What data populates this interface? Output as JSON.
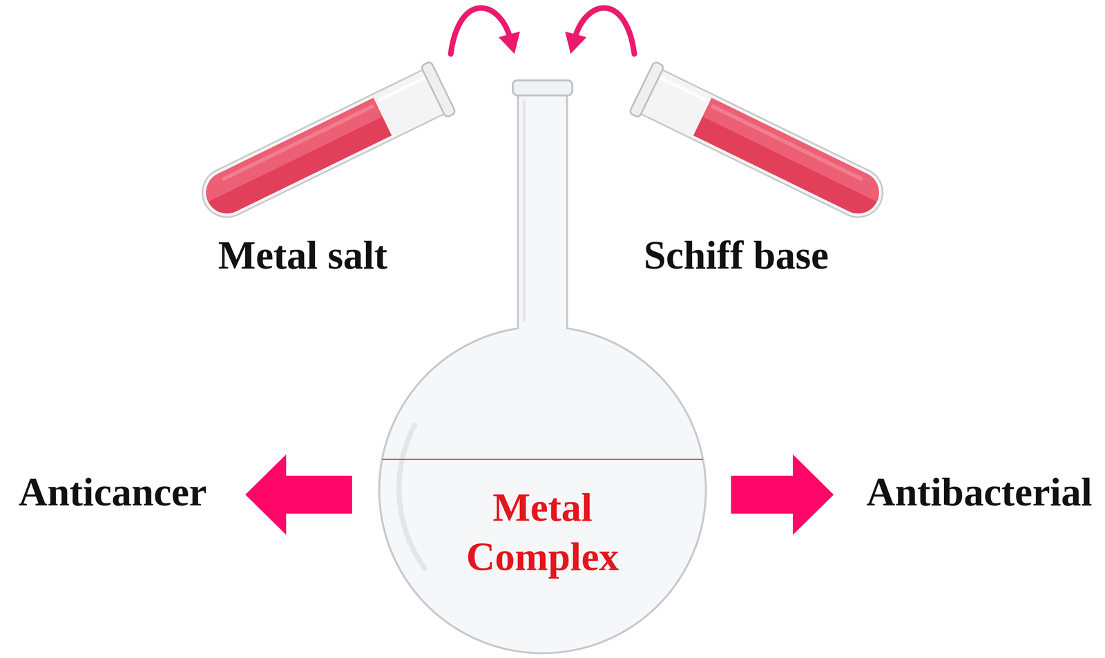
{
  "diagram": {
    "nodes": [
      {
        "text": [
          "Metal salt"
        ]
      },
      {
        "text": [
          "Schiff base"
        ]
      },
      {
        "text": [
          "Metal Complex"
        ]
      },
      {
        "text": [
          "Anticancer"
        ]
      },
      {
        "text": [
          "Antibacterial"
        ]
      }
    ],
    "edges": [
      {
        "from": 0,
        "to": 2,
        "arrow": "to"
      },
      {
        "from": 1,
        "to": 2,
        "arrow": "to"
      },
      {
        "from": 2,
        "to": 3,
        "arrow": "to"
      },
      {
        "from": 2,
        "to": 4,
        "arrow": "to"
      }
    ]
  }
}
